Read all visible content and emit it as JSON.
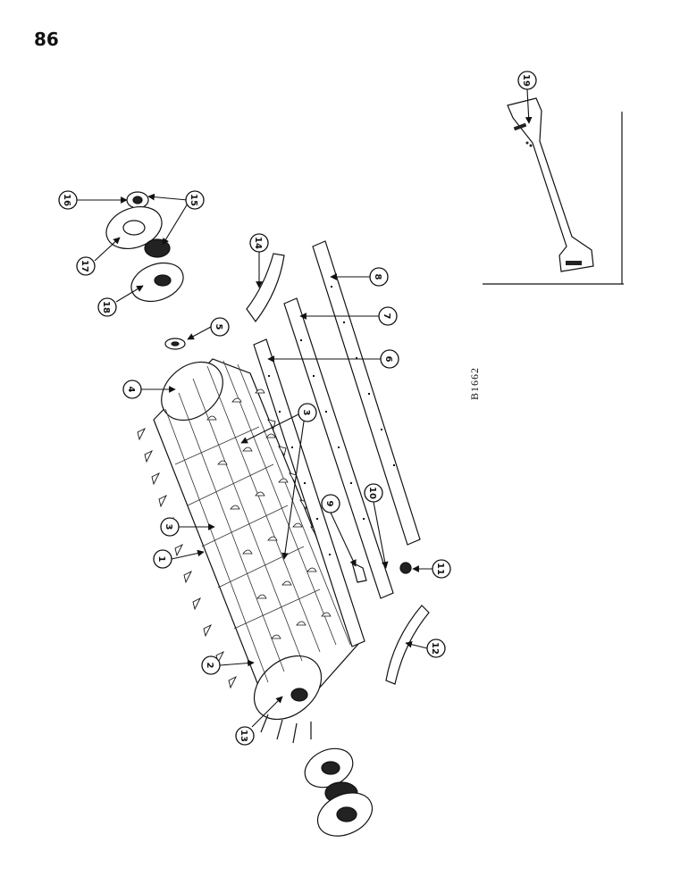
{
  "page": {
    "number": "86"
  },
  "drawing_code": "B1662",
  "callouts": [
    "1",
    "2",
    "3",
    "3",
    "4",
    "5",
    "6",
    "7",
    "8",
    "9",
    "10",
    "11",
    "12",
    "13",
    "14",
    "15",
    "16",
    "17",
    "18",
    "19"
  ]
}
